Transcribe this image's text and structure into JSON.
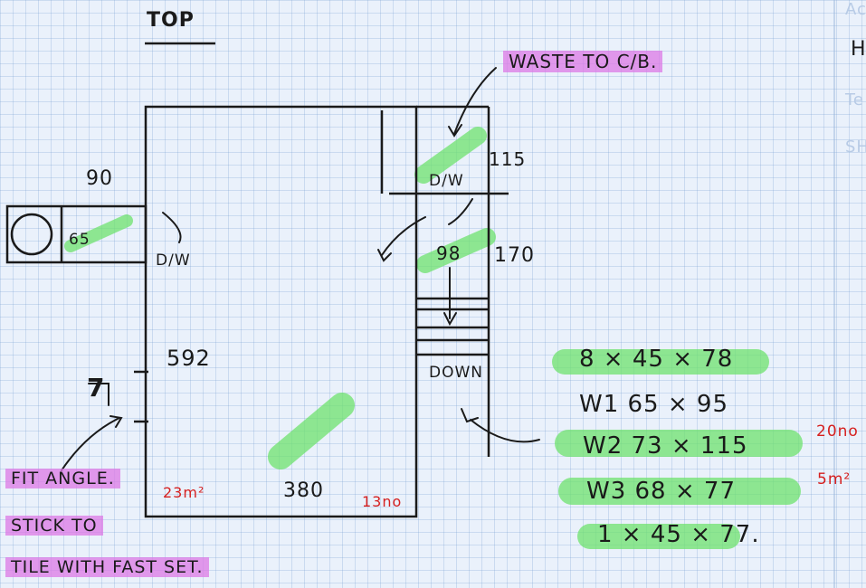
{
  "title": "TOP",
  "labels": {
    "waste": "WASTE TO C/B.",
    "dw_right": "D/W",
    "dw_left": "D/W",
    "down": "DOWN",
    "fit_angle": "FIT ANGLE.",
    "stick_to": "STICK TO",
    "tile_with": "TILE WITH FAST SET.",
    "left_seven": "7"
  },
  "dimensions": {
    "d90": "90",
    "d65": "65",
    "d592": "592",
    "d380": "380",
    "d115": "115",
    "d170": "170",
    "d98": "98"
  },
  "red_notes": {
    "n23": "23m²",
    "n13": "13no",
    "n20": "20no",
    "n5": "5m²"
  },
  "list": [
    "8 × 45 × 78",
    "W1 65 × 95",
    "W2 73 × 115",
    "W3 68 × 77",
    "1 × 45 × 77."
  ],
  "right_edge": [
    "Ac",
    "H",
    "Te",
    "SH"
  ],
  "colors": {
    "ink": "#1a1a1a",
    "green_highlight": "#6ee26e",
    "pink_highlight": "#dc78e6",
    "red_ink": "#d6201f"
  }
}
